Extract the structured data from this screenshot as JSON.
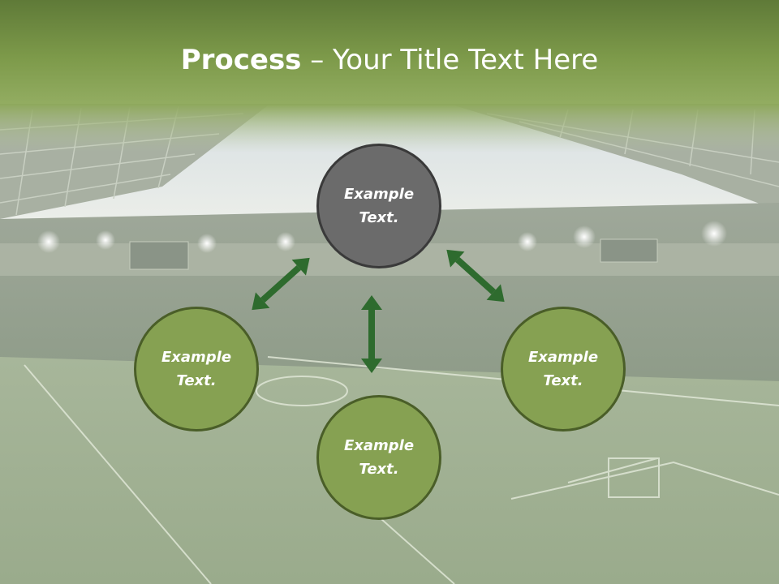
{
  "slide": {
    "title_bold": "Process",
    "title_rest": " – Your Title Text Here"
  },
  "nodes": {
    "top": "Example Text.",
    "left": "Example Text.",
    "bottom": "Example Text.",
    "right": "Example Text."
  },
  "colors": {
    "header_green": "#6b8a3c",
    "node_green": "#86a152",
    "node_gray": "#6b6b6b",
    "arrow_green": "#2e6b2e"
  }
}
